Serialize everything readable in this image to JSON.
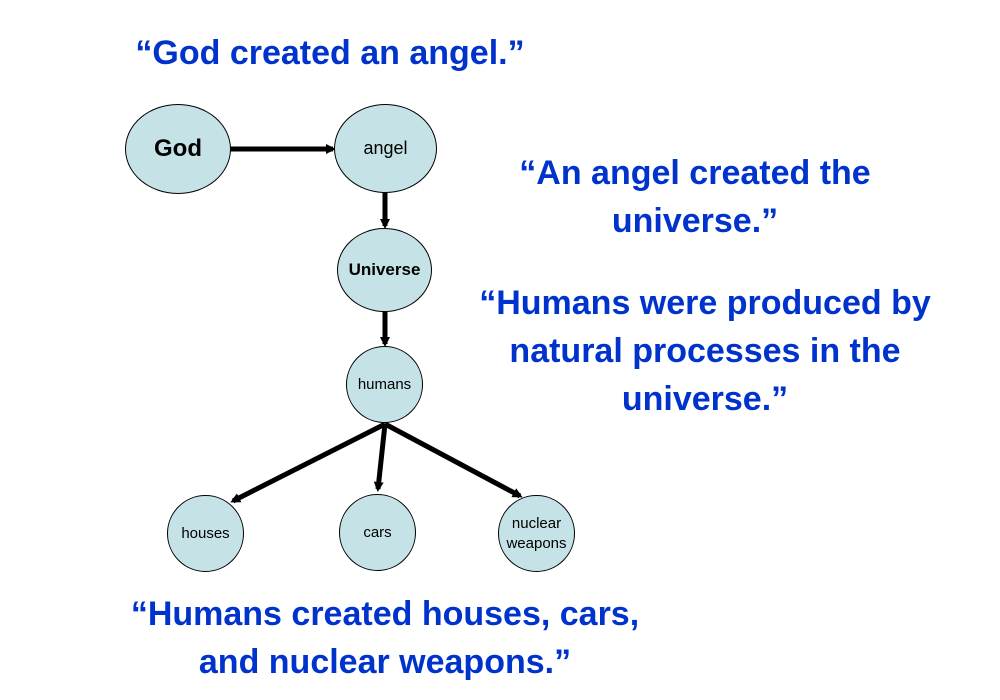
{
  "quotes": {
    "god_angel": [
      "“God created an angel.”"
    ],
    "angel_universe": [
      "“An angel created the",
      "universe.”"
    ],
    "humans_produced": [
      "“Humans were produced by",
      "natural processes in the",
      "universe.”"
    ],
    "humans_created": [
      "“Humans created houses, cars,",
      "and nuclear weapons.”"
    ]
  },
  "nodes": {
    "god": "God",
    "angel": "angel",
    "universe": "Universe",
    "humans": "humans",
    "houses": "houses",
    "cars": "cars",
    "nuclear_weapons": [
      "nuclear",
      "weapons"
    ]
  },
  "colors": {
    "quote_text": "#0033cc",
    "node_fill": "#c5e3e6",
    "edge": "#000000"
  }
}
